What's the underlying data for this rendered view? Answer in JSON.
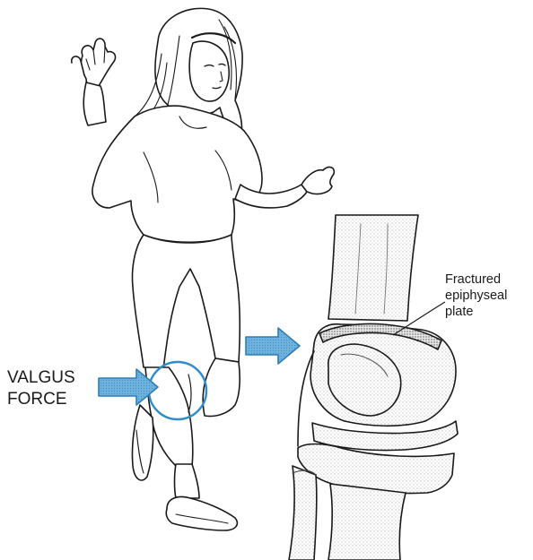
{
  "labels": {
    "force_line1": "VALGUS",
    "force_line2": "FORCE",
    "fracture_line1": "Fractured",
    "fracture_line2": "epiphyseal",
    "fracture_line3": "plate"
  },
  "colors": {
    "arrow_fill": "#63a9d8",
    "arrow_stroke": "#2f7fb8",
    "circle": "#2f8ccc",
    "ink": "#1a1a1a",
    "bone_shade": "#bdbdbd"
  },
  "icons": {
    "force_arrow": "right-arrow-icon",
    "pointer_arrow": "right-arrow-icon"
  }
}
